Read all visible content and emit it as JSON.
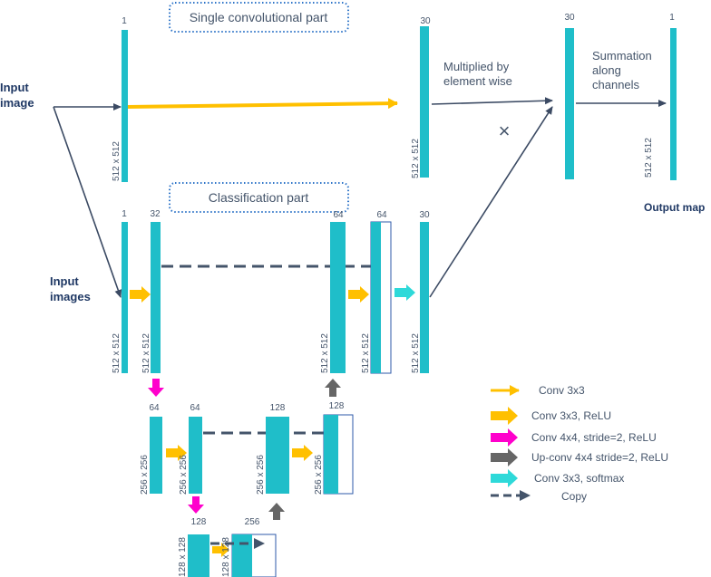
{
  "diagram": {
    "single_part_label": "Single convolutional part",
    "classification_part_label": "Classification part",
    "input_image_label": [
      "Input",
      "image"
    ],
    "input_images_label": [
      "Input",
      "images"
    ],
    "multiplied_label": [
      "Multiplied by",
      "element wise"
    ],
    "multiply_symbol": "×",
    "summation_label": [
      "Summation",
      "along",
      "channels"
    ],
    "output_map_label": "Output map",
    "channels": {
      "top_in": "1",
      "top_mid": "30",
      "top_mul": "30",
      "top_out": "1",
      "cls_in": "1",
      "cls_32": "32",
      "cls_64a": "64",
      "cls_64b": "64",
      "cls_30": "30",
      "l2_64a": "64",
      "l2_64b": "64",
      "l2_128a": "128",
      "l2_128b": "128",
      "l3_128": "128",
      "l3_256": "256"
    },
    "dims": {
      "d512": "512 x 512",
      "d256": "256 x 256",
      "d128": "128 x 128"
    },
    "colors": {
      "bar": "#1fbec9",
      "conv3x3": "#ffc000",
      "conv_relu": "#ffc000",
      "down": "#ff00cc",
      "up": "#666666",
      "softmax": "#2ed9d9",
      "copy": "#44546a",
      "line": "#3b4a63"
    }
  },
  "legend": {
    "items": [
      {
        "label": "Conv 3x3",
        "icon": "thin-yellow-arrow-icon"
      },
      {
        "label": "Conv 3x3, ReLU",
        "icon": "yellow-block-arrow-icon"
      },
      {
        "label": "Conv 4x4, stride=2, ReLU",
        "icon": "magenta-block-arrow-icon"
      },
      {
        "label": "Up-conv 4x4 stride=2, ReLU",
        "icon": "gray-block-arrow-icon"
      },
      {
        "label": "Conv 3x3, softmax",
        "icon": "cyan-block-arrow-icon"
      },
      {
        "label": "Copy",
        "icon": "dashed-arrow-icon"
      }
    ]
  }
}
